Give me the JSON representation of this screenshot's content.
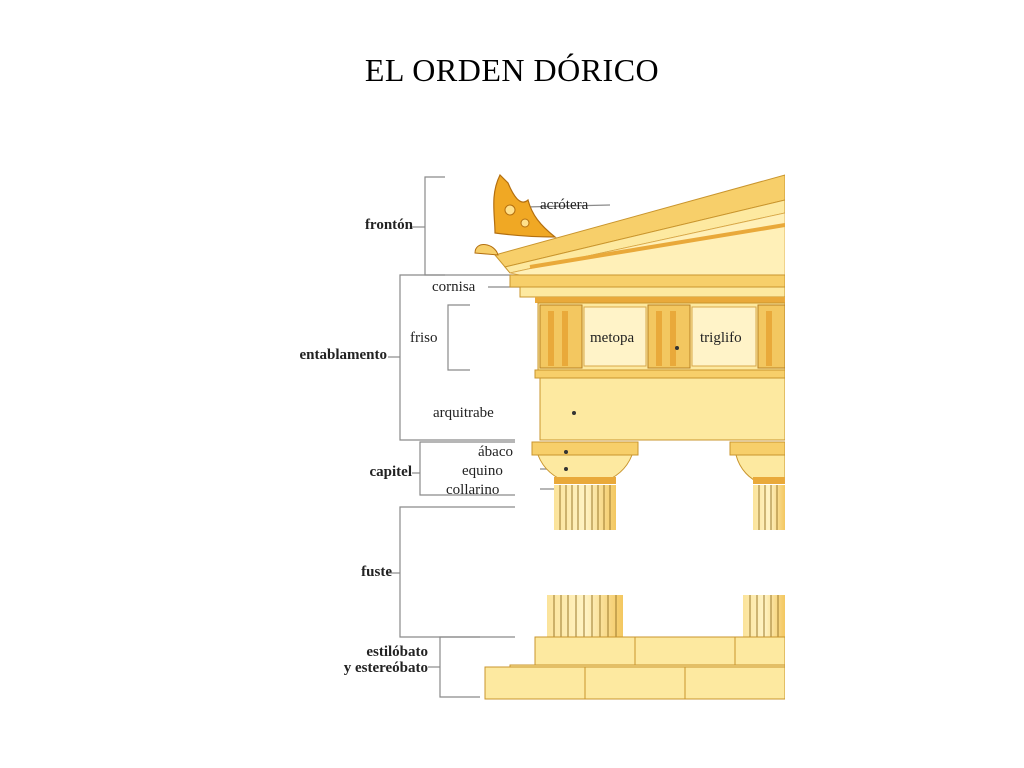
{
  "title": "EL ORDEN DÓRICO",
  "groups": {
    "fronton": "frontón",
    "entablamento": "entablamento",
    "capitel": "capitel",
    "fuste": "fuste",
    "estilobato_1": "estilóbato",
    "estilobato_2": "y estereóbato"
  },
  "parts": {
    "acrotera": "acrótera",
    "cornisa": "cornisa",
    "friso": "friso",
    "metopa": "metopa",
    "triglifo": "triglifo",
    "arquitrabe": "arquitrabe",
    "abaco": "ábaco",
    "equino": "equino",
    "collarino": "collarino"
  },
  "colors": {
    "stone_light": "#fde9a0",
    "stone_mid": "#f7cf6a",
    "stone_dark": "#e9a93a",
    "ornament": "#f0a824",
    "line": "#8a8a8a"
  }
}
